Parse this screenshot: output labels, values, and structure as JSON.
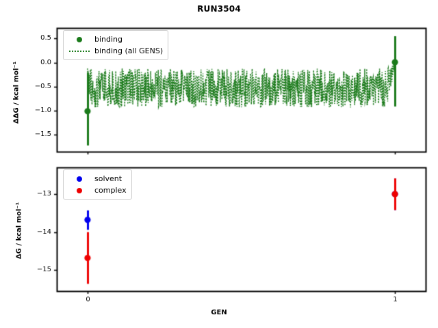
{
  "chart_data": [
    {
      "type": "scatter",
      "panel": "top",
      "title": "RUN3504",
      "xlabel": "",
      "ylabel": "ΔΔG / kcal mol⁻¹",
      "xlim": [
        -0.1,
        1.1
      ],
      "ylim": [
        -1.85,
        0.72
      ],
      "xticks": [
        0,
        1
      ],
      "xticklabels": [
        "0",
        "1"
      ],
      "yticks": [
        0.5,
        0.0,
        -0.5,
        -1.0,
        -1.5
      ],
      "yticklabels": [
        "0.5",
        "0.0",
        "−0.5",
        "−1.0",
        "−1.5"
      ],
      "grid": false,
      "legend_position": "upper left",
      "series": [
        {
          "name": "binding",
          "color": "#1a7a1a",
          "marker": "o",
          "x": [
            0,
            1
          ],
          "values": [
            -1.01,
            0.01
          ],
          "yerr_low": [
            0.71,
            0.92
          ],
          "yerr_high": [
            0.8,
            0.54
          ]
        },
        {
          "name": "binding (all GENS)",
          "color": "#1a7a1a",
          "linestyle": "dotted",
          "description": "Dense oscillating dotted trace spanning all GENS, filling the band between approximately -0.93 and -0.12 kcal/mol across the axis, rising toward 0.0 at GEN 1",
          "band_low": -0.93,
          "band_high": -0.12,
          "band_x_start": 0.0,
          "band_x_end": 1.0
        }
      ]
    },
    {
      "type": "scatter",
      "panel": "bottom",
      "title": "",
      "xlabel": "GEN",
      "ylabel": "ΔG / kcal mol⁻¹",
      "xlim": [
        -0.1,
        1.1
      ],
      "ylim": [
        -15.55,
        -12.3
      ],
      "xticks": [
        0,
        1
      ],
      "xticklabels": [
        "0",
        "1"
      ],
      "yticks": [
        -13,
        -14,
        -15
      ],
      "yticklabels": [
        "−13",
        "−14",
        "−15"
      ],
      "grid": false,
      "legend_position": "upper left",
      "series": [
        {
          "name": "solvent",
          "color": "#0000ee",
          "marker": "o",
          "x": [
            0,
            1
          ],
          "values": [
            -13.68,
            -13.0
          ],
          "yerr_low": [
            0.26,
            0.42
          ],
          "yerr_high": [
            0.25,
            0.41
          ]
        },
        {
          "name": "complex",
          "color": "#ee0000",
          "marker": "o",
          "x": [
            0,
            1
          ],
          "values": [
            -14.68,
            -13.0
          ],
          "yerr_low": [
            0.68,
            0.42
          ],
          "yerr_high": [
            0.68,
            0.41
          ]
        }
      ]
    }
  ],
  "figure": {
    "title": "RUN3504",
    "xlabel": "GEN",
    "top_panel": {
      "ylabel": "ΔΔG / kcal mol⁻¹",
      "yticklabels": [
        "0.5",
        "0.0",
        "−0.5",
        "−1.0",
        "−1.5"
      ],
      "legend": [
        {
          "label": "binding",
          "key": "marker-dot",
          "color": "#1a7a1a"
        },
        {
          "label": "binding (all GENS)",
          "key": "dotted-line",
          "color": "#1a7a1a"
        }
      ]
    },
    "bottom_panel": {
      "ylabel": "ΔG / kcal mol⁻¹",
      "yticklabels": [
        "−13",
        "−14",
        "−15"
      ],
      "xticklabels": [
        "0",
        "1"
      ],
      "legend": [
        {
          "label": "solvent",
          "key": "marker-dot",
          "color": "#0000ee"
        },
        {
          "label": "complex",
          "key": "marker-dot",
          "color": "#ee0000"
        }
      ]
    }
  }
}
